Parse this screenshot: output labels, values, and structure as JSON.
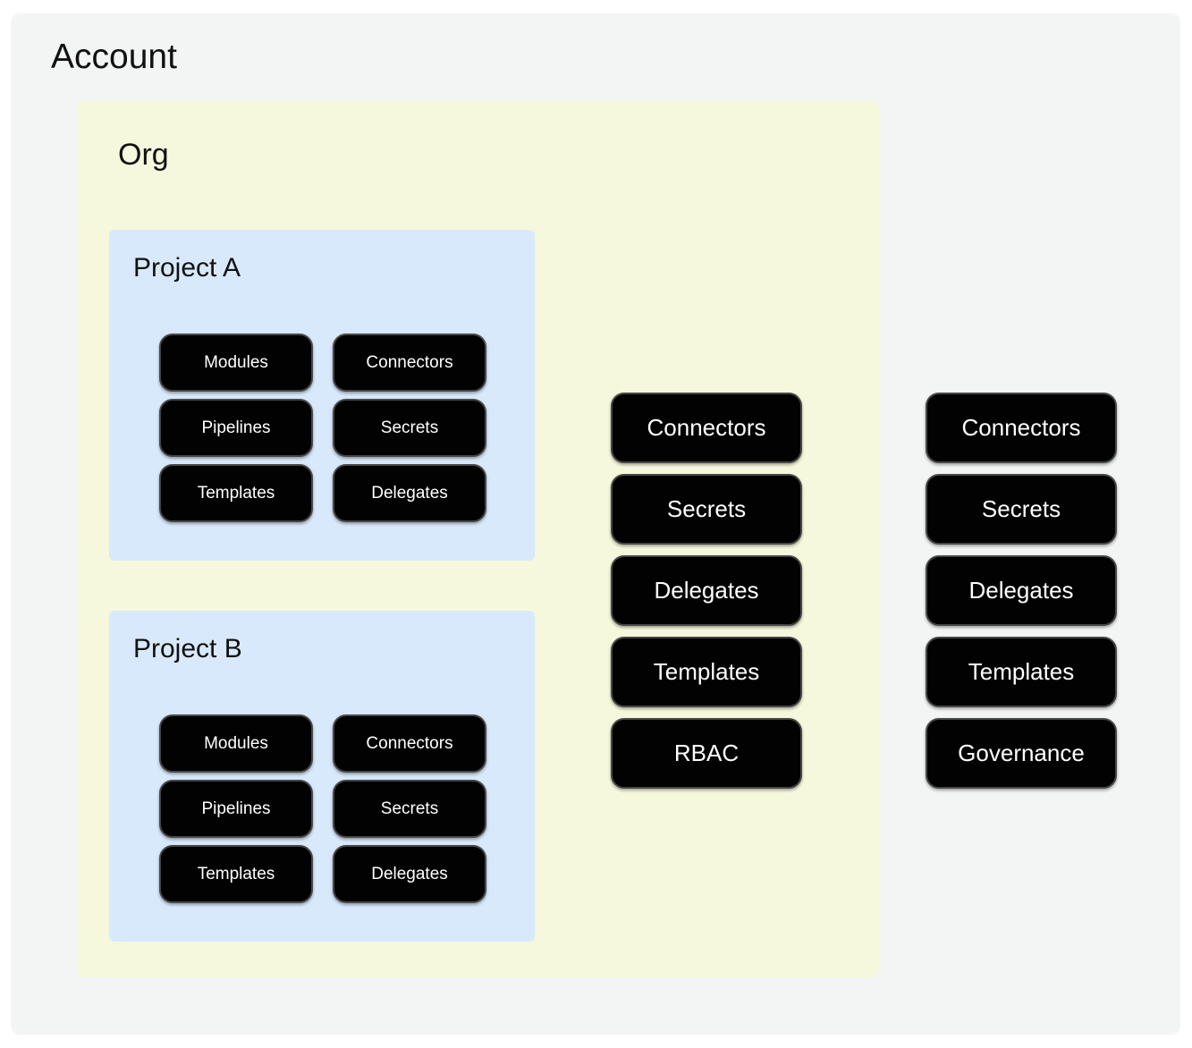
{
  "account": {
    "title": "Account",
    "pills": [
      "Connectors",
      "Secrets",
      "Delegates",
      "Templates",
      "Governance"
    ],
    "org": {
      "title": "Org",
      "pills": [
        "Connectors",
        "Secrets",
        "Delegates",
        "Templates",
        "RBAC"
      ],
      "projects": [
        {
          "title": "Project A",
          "pills": [
            "Modules",
            "Connectors",
            "Pipelines",
            "Secrets",
            "Templates",
            "Delegates"
          ]
        },
        {
          "title": "Project B",
          "pills": [
            "Modules",
            "Connectors",
            "Pipelines",
            "Secrets",
            "Templates",
            "Delegates"
          ]
        }
      ]
    }
  },
  "colors": {
    "page_bg": "#ffffff",
    "account_bg": "#f3f4f4",
    "org_bg": "#f6f8dd",
    "project_bg": "#d9e9fc",
    "pill_bg": "#020202",
    "pill_border": "#474747",
    "pill_text": "#ffffff",
    "title_text": "#111111"
  }
}
